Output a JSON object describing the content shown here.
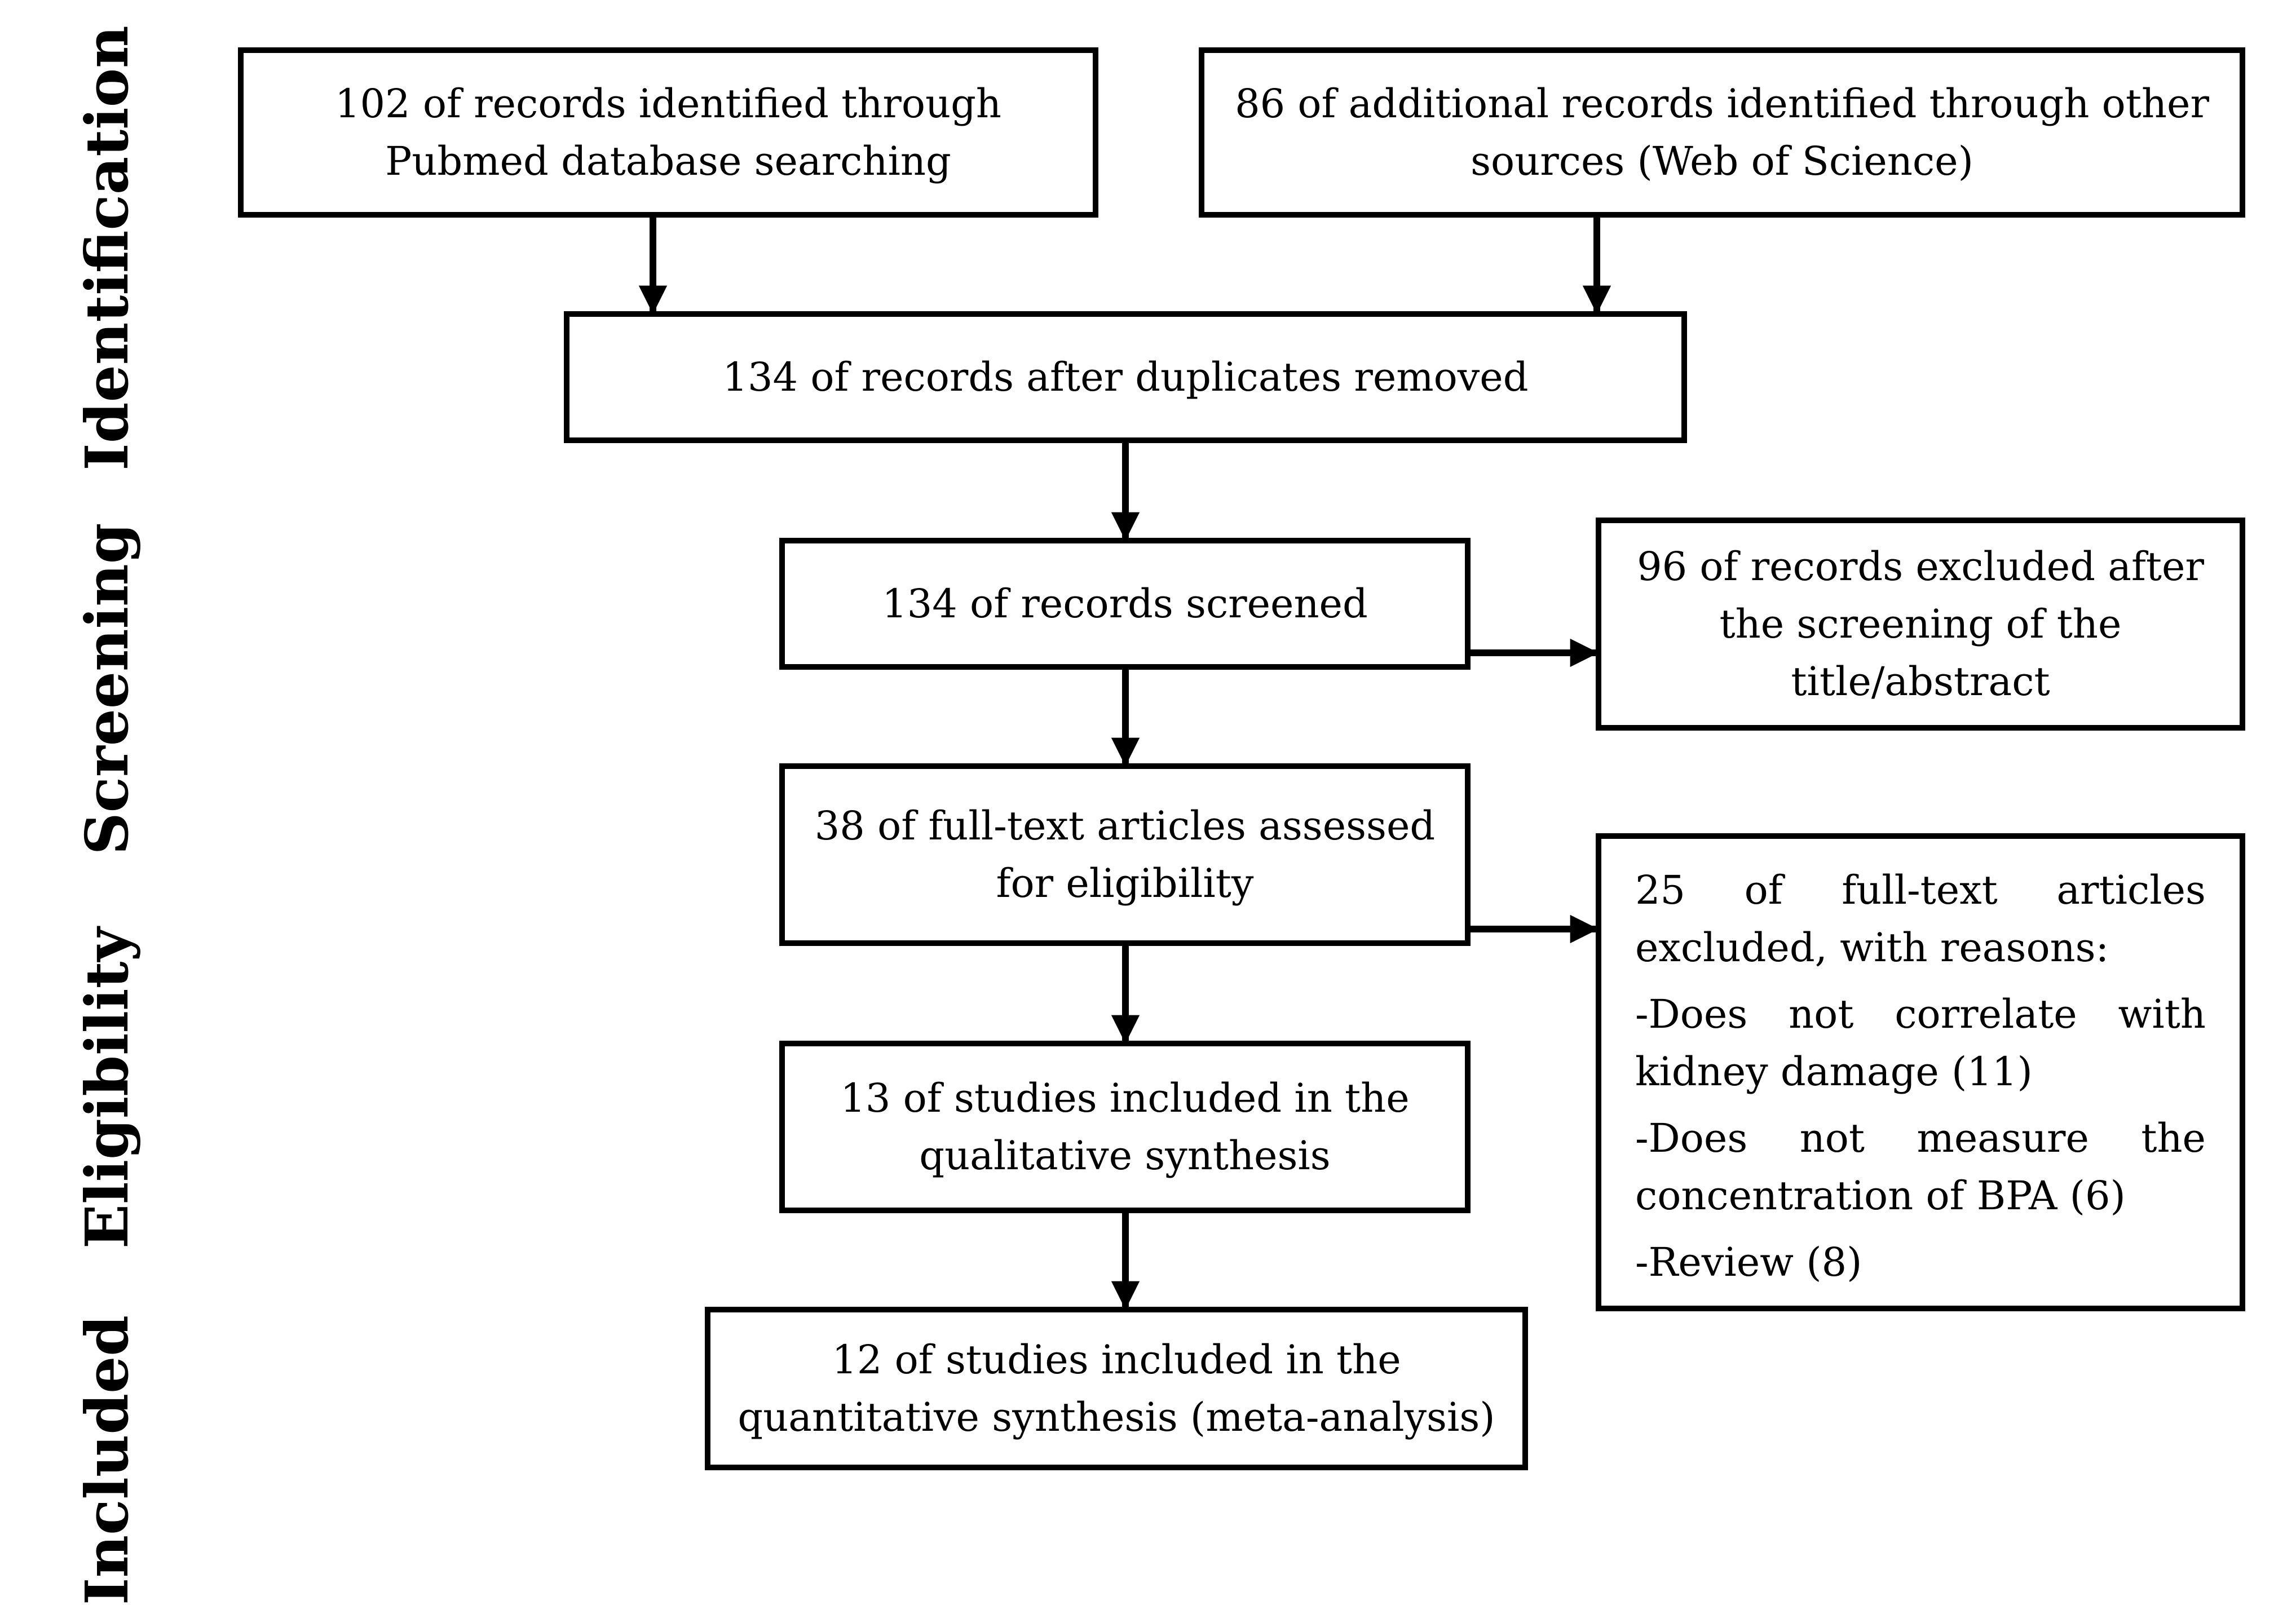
{
  "stages": {
    "identification": "Identification",
    "screening": "Screening",
    "eligibility": "Eligibility",
    "included": "Included"
  },
  "boxes": {
    "pubmed": [
      "102 of records identified through",
      "Pubmed database searching"
    ],
    "other_sources": [
      "86 of additional records identified through other",
      "sources (Web of Science)"
    ],
    "after_duplicates": [
      "134 of records after duplicates removed"
    ],
    "screened": [
      "134 of records screened"
    ],
    "excluded_screening": [
      "96 of records excluded after",
      "the screening of the",
      "title/abstract"
    ],
    "fulltext_assessed": [
      "38 of full-text articles assessed",
      "for eligibility"
    ],
    "qualitative": [
      "13 of studies included in the",
      "qualitative synthesis"
    ],
    "quantitative": [
      "12 of studies included in the",
      "quantitative synthesis (meta-analysis)"
    ]
  },
  "excluded_fulltext": {
    "intro_words": [
      "25",
      "of",
      "full-text",
      "articles"
    ],
    "intro_rest": "excluded, with reasons:",
    "reason1_words": [
      "-Does",
      "not",
      "correlate",
      "with"
    ],
    "reason1_rest": "kidney damage (11)",
    "reason2_words": [
      "-Does",
      "not",
      "measure",
      "the"
    ],
    "reason2_rest": "concentration of BPA (6)",
    "reason3": "-Review (8)"
  }
}
